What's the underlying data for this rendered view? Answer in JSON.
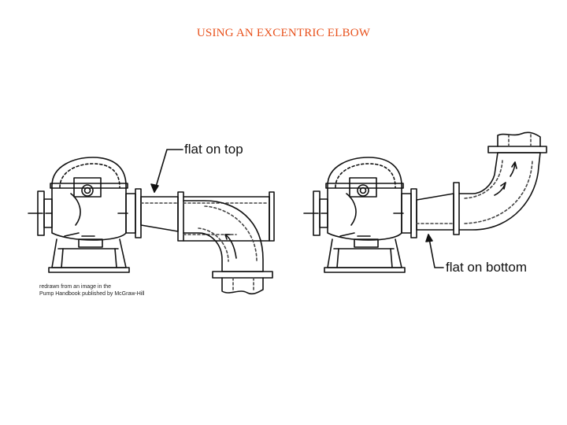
{
  "title": "USING AN EXCENTRIC ELBOW",
  "colors": {
    "title": "#e8511c",
    "line": "#111111",
    "dashed": "#444444"
  },
  "labels": {
    "flat_on_top": "flat on top",
    "flat_on_bottom": "flat on bottom"
  },
  "credit": {
    "line1": "redrawn from an image in the",
    "line2": "Pump Handbook published by McGraw-Hill"
  },
  "figures": {
    "left": {
      "name": "pump-with-flat-on-top-reducer",
      "elbow_direction": "down"
    },
    "right": {
      "name": "pump-with-flat-on-bottom-reducer",
      "elbow_direction": "up"
    }
  }
}
